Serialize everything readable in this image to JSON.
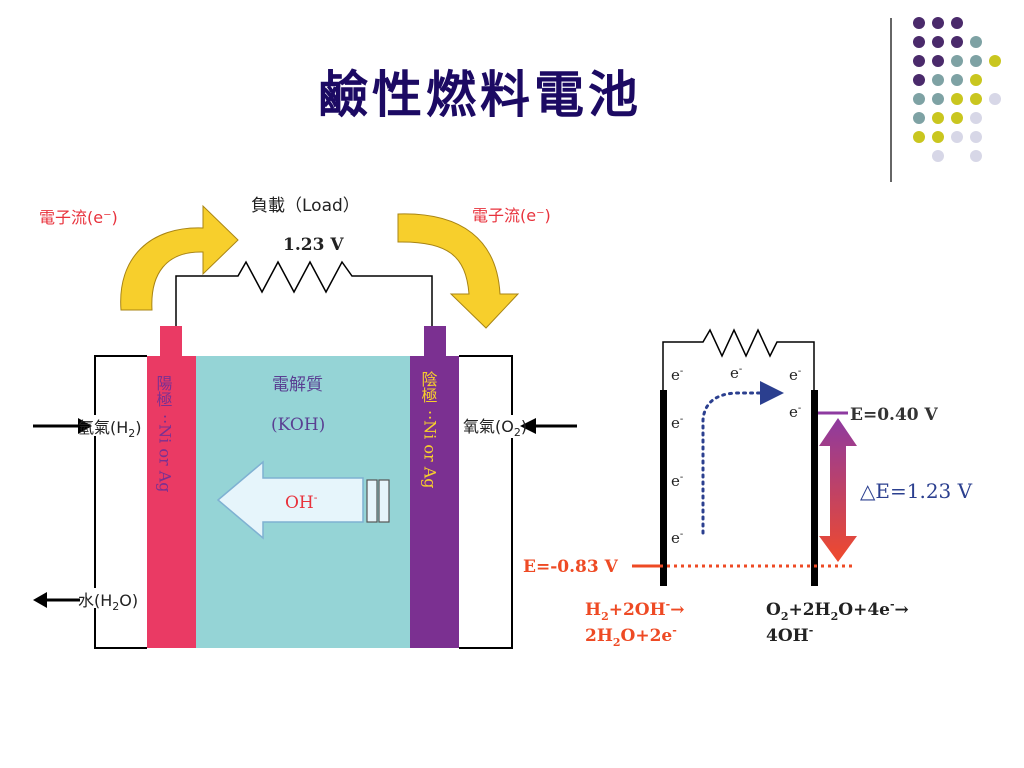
{
  "title": "鹼性燃料電池",
  "colors": {
    "title": "#1c0a63",
    "anode": "#ea3a64",
    "cathode": "#7b3091",
    "electrolyte": "#95d4d6",
    "arrow_yellow": "#f7cf2c",
    "red_text": "#e8323c",
    "dot_purple": "#4a2a6b",
    "dot_teal": "#7ea2a4",
    "dot_olive": "#c9c61f",
    "dot_lavender": "#d7d7e7"
  },
  "cell": {
    "electron_flow_left": "電子流(e⁻)",
    "electron_flow_right": "電子流(e⁻)",
    "load_label": "負載（Load）",
    "load_voltage": "1.23 V",
    "electrolyte_label": "電解質",
    "electrolyte_formula": "(KOH)",
    "ion_label": "OH",
    "ion_charge": "-",
    "anode_name": "陽極",
    "anode_material": "··Ni or Ag",
    "cathode_name": "陰極",
    "cathode_material": "··Ni or Ag",
    "hydrogen_in": "氫氣(H",
    "hydrogen_sub": "2",
    "hydrogen_close": ")",
    "oxygen_in": "氧氣(O",
    "oxygen_sub": "2",
    "oxygen_close": ")",
    "water_out": "水(H",
    "water_sub": "2",
    "water_close": "O)"
  },
  "energy": {
    "electron": "e",
    "electron_sup": "-",
    "cathode_potential": "E=0.40 V",
    "delta_e": "△E=1.23 V",
    "anode_potential": "E=-0.83 V",
    "anode_rxn_line1": "H",
    "anode_rxn_line1_sub": "2",
    "anode_rxn_line1_mid": "+2OH",
    "anode_rxn_line1_sup": "-",
    "anode_rxn_line1_arrow": "→",
    "anode_rxn_line2_a": "2H",
    "anode_rxn_line2_sub": "2",
    "anode_rxn_line2_b": "O+2e",
    "anode_rxn_line2_sup": "-",
    "cathode_rxn_line1_a": "O",
    "cathode_rxn_line1_sub1": "2",
    "cathode_rxn_line1_b": "+2H",
    "cathode_rxn_line1_sub2": "2",
    "cathode_rxn_line1_c": "O+4e",
    "cathode_rxn_line1_sup": "-",
    "cathode_rxn_line1_arrow": "→",
    "cathode_rxn_line2": "4OH",
    "cathode_rxn_line2_sup": "-"
  }
}
